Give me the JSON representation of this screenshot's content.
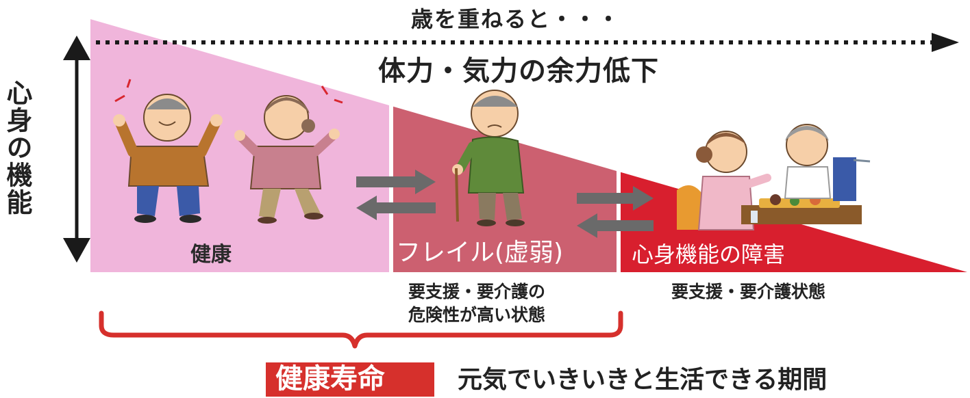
{
  "header": {
    "aging_caption": "歳を重ねると・・・",
    "decline_caption": "体力・気力の余力低下"
  },
  "axis": {
    "vertical_label": "心身の機能"
  },
  "stages": {
    "healthy": {
      "label": "健康"
    },
    "frail": {
      "label": "フレイル(虚弱)",
      "note_line1": "要支援・要介護の",
      "note_line2": "危険性が高い状態"
    },
    "disabled": {
      "label": "心身機能の障害",
      "note": "要支援・要介護状態"
    }
  },
  "healthy_life": {
    "badge": "健康寿命",
    "description": "元気でいきいきと生活できる期間"
  },
  "colors": {
    "healthy_fill": "#f0b5db",
    "frail_fill": "#cc6070",
    "disabled_fill": "#d81f2e",
    "arrow_gray": "#6a6a6a",
    "bracket_red": "#d6302c",
    "badge_red": "#d6302c"
  },
  "icons": {
    "healthy_people": "cheerful-elderly-couple-illustration",
    "frail_person": "elderly-man-with-cane-illustration",
    "disabled_people": "caregiver-feeding-elderly-in-wheelchair-illustration"
  }
}
